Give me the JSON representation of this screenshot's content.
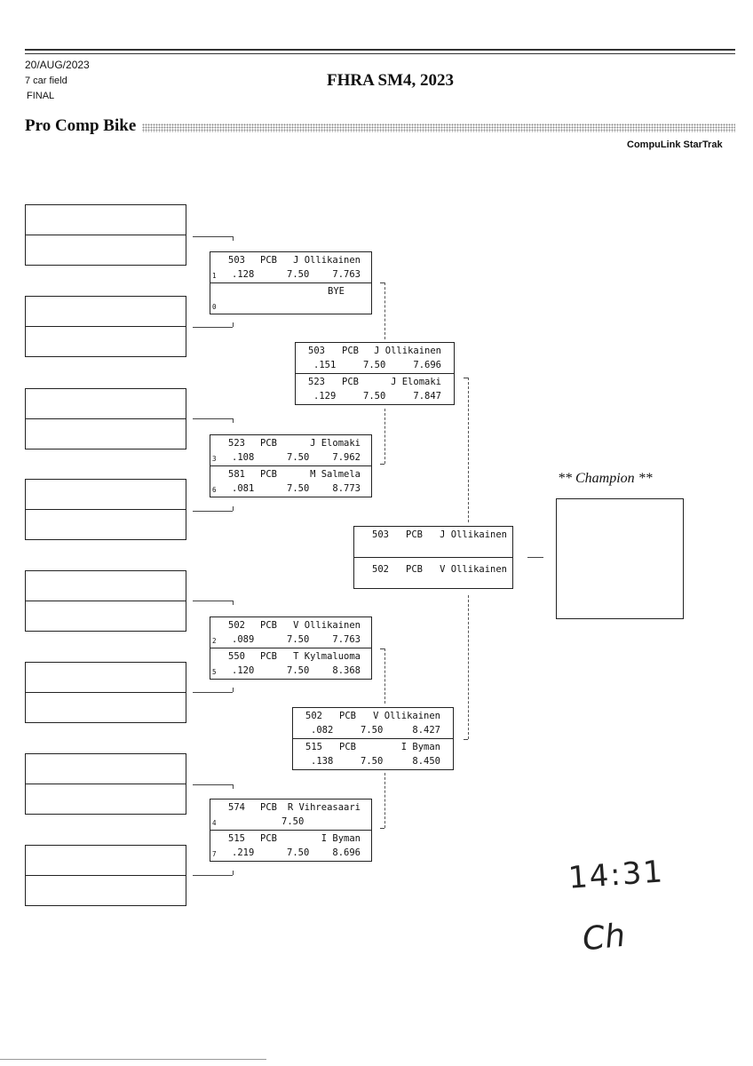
{
  "header": {
    "date": "20/AUG/2023",
    "field": "7 car field",
    "round": "FINAL",
    "event_title": "FHRA SM4, 2023",
    "class_name": "Pro Comp Bike",
    "software": "CompuLink StarTrak"
  },
  "matches": {
    "r1m1": {
      "top": {
        "seed": "1",
        "number": "503",
        "class": "PCB",
        "name": "J Ollikainen",
        "rt": ".128",
        "dial": "7.50",
        "et": "7.763"
      },
      "bottom": {
        "seed": "0",
        "number": "",
        "class": "",
        "name": "BYE",
        "rt": "",
        "dial": "",
        "et": ""
      }
    },
    "r1m2": {
      "top": {
        "seed": "3",
        "number": "523",
        "class": "PCB",
        "name": "J Elomaki",
        "rt": ".108",
        "dial": "7.50",
        "et": "7.962"
      },
      "bottom": {
        "seed": "6",
        "number": "581",
        "class": "PCB",
        "name": "M Salmela",
        "rt": ".081",
        "dial": "7.50",
        "et": "8.773"
      }
    },
    "r1m3": {
      "top": {
        "seed": "2",
        "number": "502",
        "class": "PCB",
        "name": "V Ollikainen",
        "rt": ".089",
        "dial": "7.50",
        "et": "7.763"
      },
      "bottom": {
        "seed": "5",
        "number": "550",
        "class": "PCB",
        "name": "T Kylmaluoma",
        "rt": ".120",
        "dial": "7.50",
        "et": "8.368"
      }
    },
    "r1m4": {
      "top": {
        "seed": "4",
        "number": "574",
        "class": "PCB",
        "name": "R Vihreasaari",
        "rt": "",
        "dial": "7.50",
        "et": ""
      },
      "bottom": {
        "seed": "7",
        "number": "515",
        "class": "PCB",
        "name": "I Byman",
        "rt": ".219",
        "dial": "7.50",
        "et": "8.696"
      }
    },
    "r2m1": {
      "top": {
        "number": "503",
        "class": "PCB",
        "name": "J Ollikainen",
        "rt": ".151",
        "dial": "7.50",
        "et": "7.696"
      },
      "bottom": {
        "number": "523",
        "class": "PCB",
        "name": "J Elomaki",
        "rt": ".129",
        "dial": "7.50",
        "et": "7.847"
      }
    },
    "r2m2": {
      "top": {
        "number": "502",
        "class": "PCB",
        "name": "V Ollikainen",
        "rt": ".082",
        "dial": "7.50",
        "et": "8.427"
      },
      "bottom": {
        "number": "515",
        "class": "PCB",
        "name": "I Byman",
        "rt": ".138",
        "dial": "7.50",
        "et": "8.450"
      }
    },
    "final": {
      "top": {
        "number": "503",
        "class": "PCB",
        "name": "J Ollikainen"
      },
      "bottom": {
        "number": "502",
        "class": "PCB",
        "name": "V Ollikainen"
      }
    }
  },
  "champion": {
    "label": "** Champion **"
  },
  "handwriting": {
    "time": "14:31",
    "initials": "Ch"
  }
}
